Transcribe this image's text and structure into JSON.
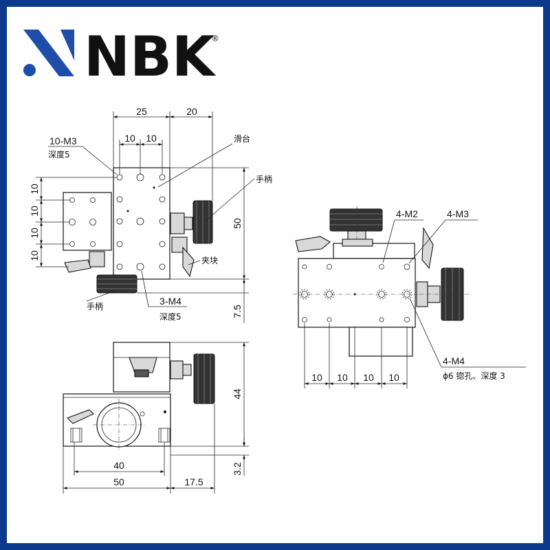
{
  "logo": {
    "text": "NBK",
    "registered": "®",
    "color": "#1e4ea8"
  },
  "top_view": {
    "dim_width_25": "25",
    "dim_width_20": "20",
    "dim_pitch_a": "10",
    "dim_pitch_b": "10",
    "dim_left_1": "10",
    "dim_left_2": "10",
    "dim_left_3": "10",
    "dim_left_4": "10",
    "dim_height_50": "50",
    "dim_bottom_75": "7.5",
    "label_holes_10m3": "10-M3",
    "label_depth_5_top": "深度5",
    "label_slide": "滑台",
    "label_handle_right": "手柄",
    "label_clamp": "夹块",
    "label_handle_bottom": "手柄",
    "label_holes_3m4": "3-M4",
    "label_depth_5_bottom": "深度5"
  },
  "front_view": {
    "dim_height_44": "44",
    "dim_base_32": "3.2",
    "dim_width_40": "40",
    "dim_width_50": "50",
    "dim_width_175": "17.5"
  },
  "side_view": {
    "label_4m2": "4-M2",
    "label_4m3": "4-M3",
    "label_4m4": "4-M4",
    "label_counterbore": "ϕ6 锪孔、深度 3",
    "dim_pitch_1": "10",
    "dim_pitch_2": "10",
    "dim_pitch_3": "10",
    "dim_pitch_4": "10"
  }
}
